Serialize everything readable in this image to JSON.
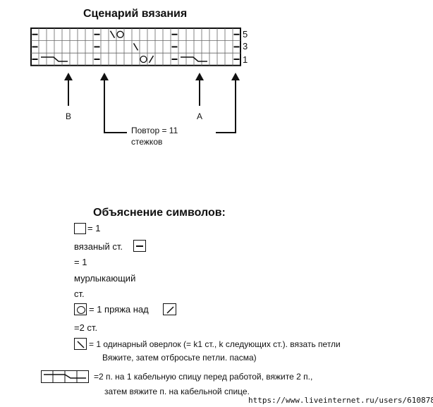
{
  "chart": {
    "title": "Сценарий вязания",
    "row_numbers": [
      "5",
      "3",
      "1"
    ],
    "columns": 27,
    "rows": 3,
    "marker_b": "B",
    "marker_a": "A",
    "repeat_line1": "Повтор = 11",
    "repeat_line2": "стежков"
  },
  "legend": {
    "title": "Объяснение символов:",
    "knit_eq": "= 1",
    "knit_label": "вязаный ст.",
    "purl_eq": "= 1",
    "purl_label_1": "мурлыкающий",
    "purl_label_2": "ст.",
    "yo_text": "= 1 пряжа над",
    "k2tog_text": "=2 ст.",
    "ssk_text": "= 1 одинарный оверлок (= k1 ст., k следующих ст.). вязать петли",
    "ssk_text_2": "Вяжите, затем отбросьте петли. пасма)",
    "cable_text": "=2 п. на 1 кабельную спицу перед работой, вяжите 2 п.,",
    "cable_text_2": "затем вяжите п. на кабельной спице."
  },
  "watermark": "https://www.liveinternet.ru/users/6108784/"
}
